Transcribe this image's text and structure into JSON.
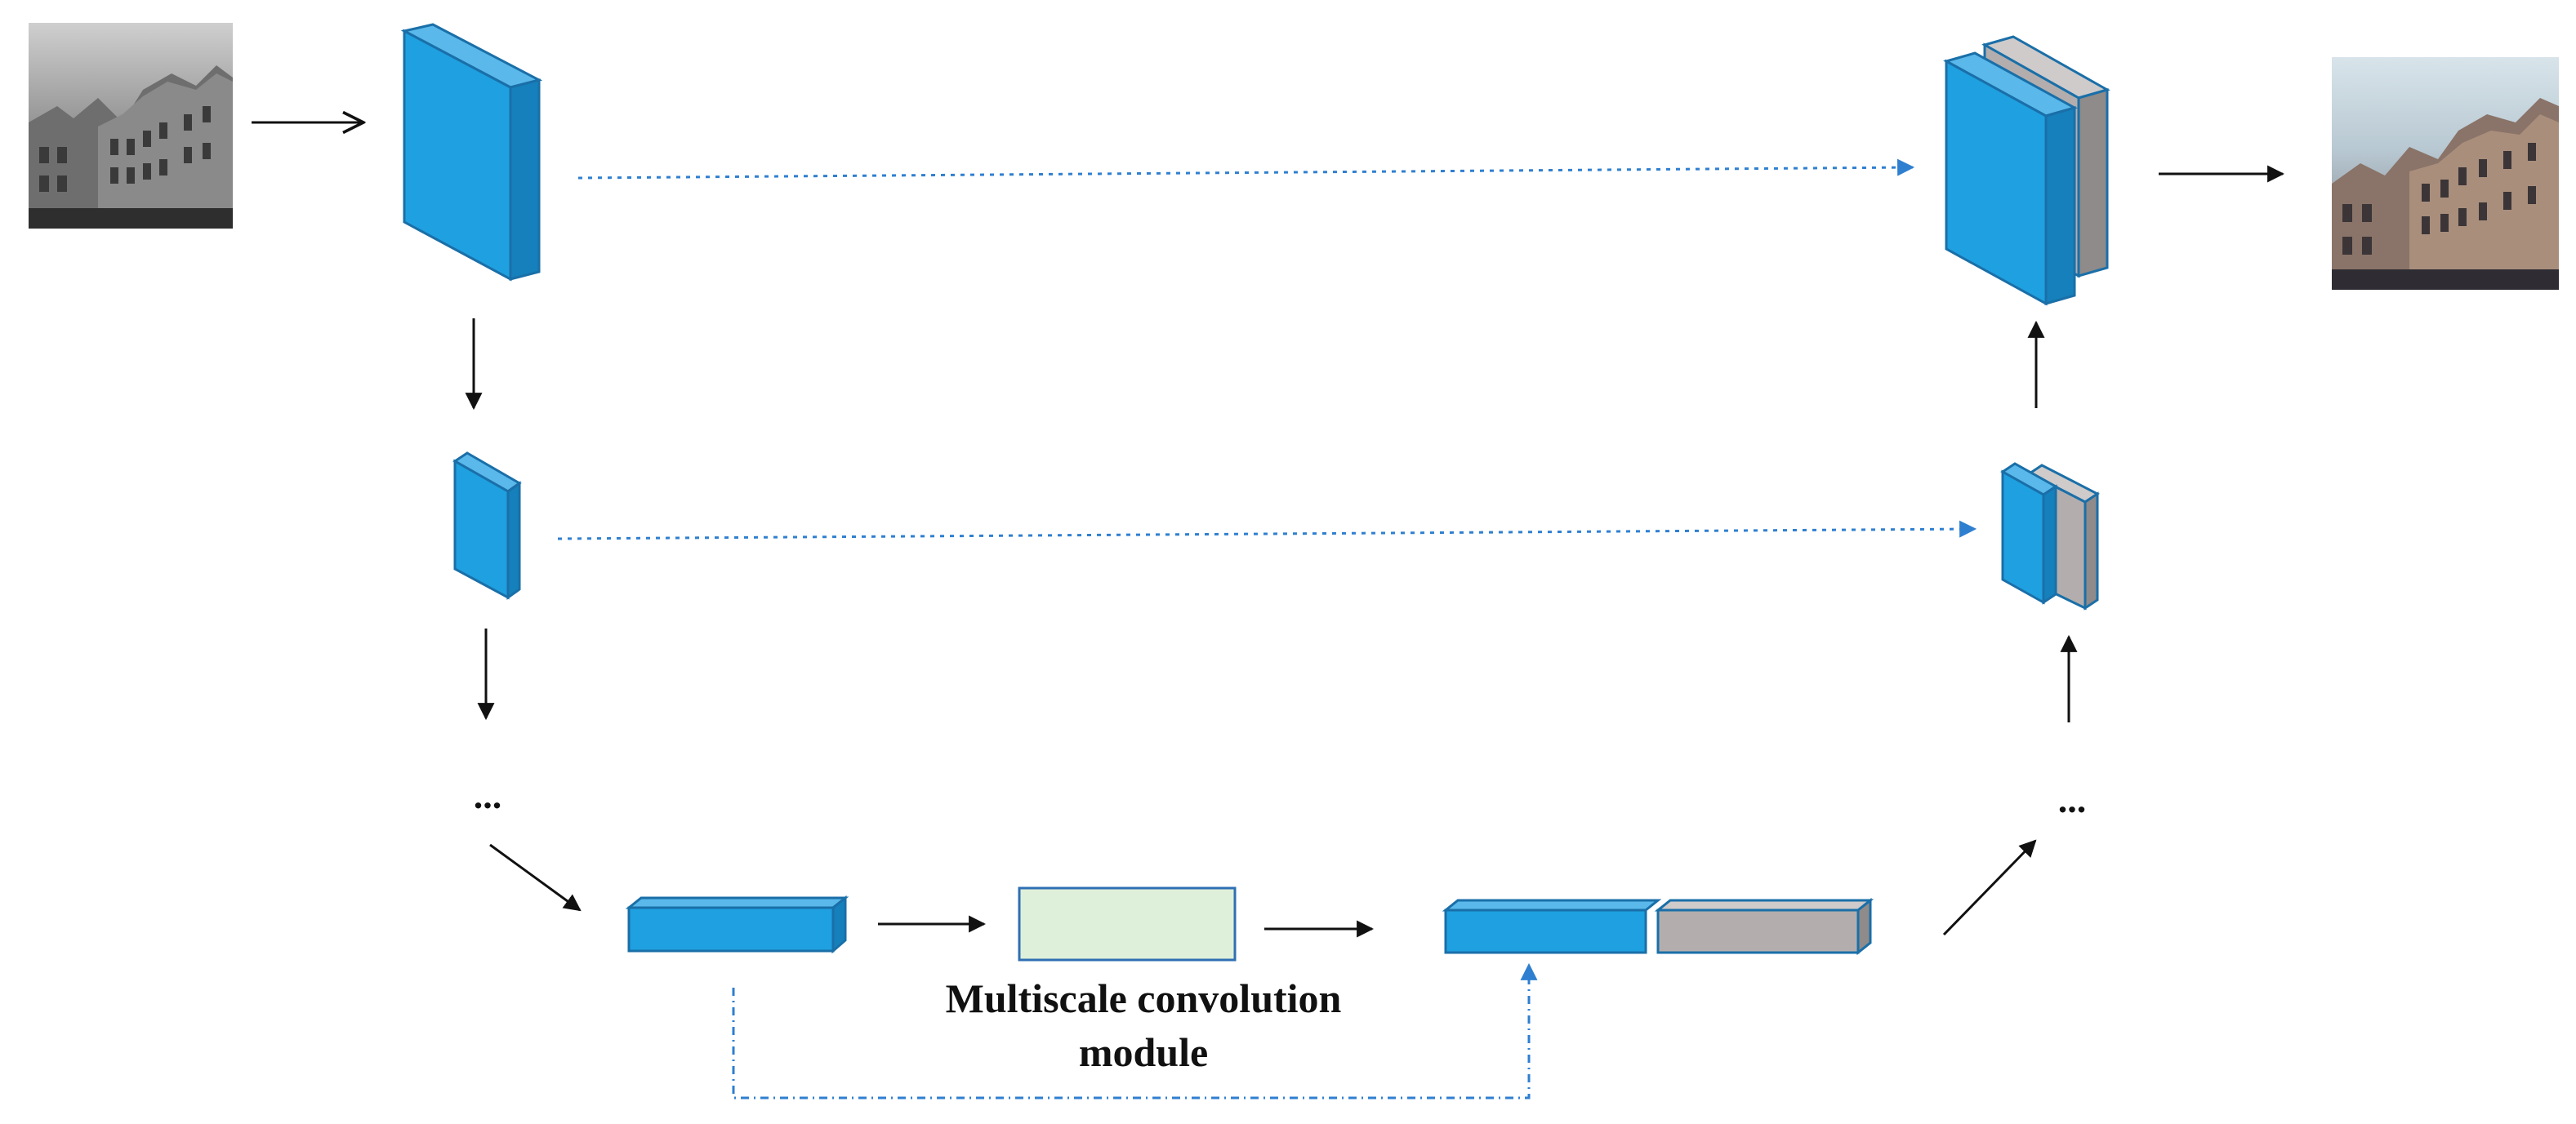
{
  "colors": {
    "encoder_blue": "#1fa0e0",
    "encoder_blue_top": "#5ab8ea",
    "encoder_blue_side": "#1580bb",
    "skip_gray": "#b3aead",
    "module_fill": "#dff0da",
    "module_border": "#2f6fb3",
    "skip_arrow": "#2f7fd0",
    "flow_arrow": "#111111"
  },
  "images": {
    "input": {
      "name": "input-grayscale-image",
      "style": "grayscale"
    },
    "output": {
      "name": "output-colorized-image",
      "style": "color"
    }
  },
  "ellipsis": {
    "left": "...",
    "right": "..."
  },
  "module": {
    "label_line1": "Multiscale convolution",
    "label_line2": "module"
  }
}
